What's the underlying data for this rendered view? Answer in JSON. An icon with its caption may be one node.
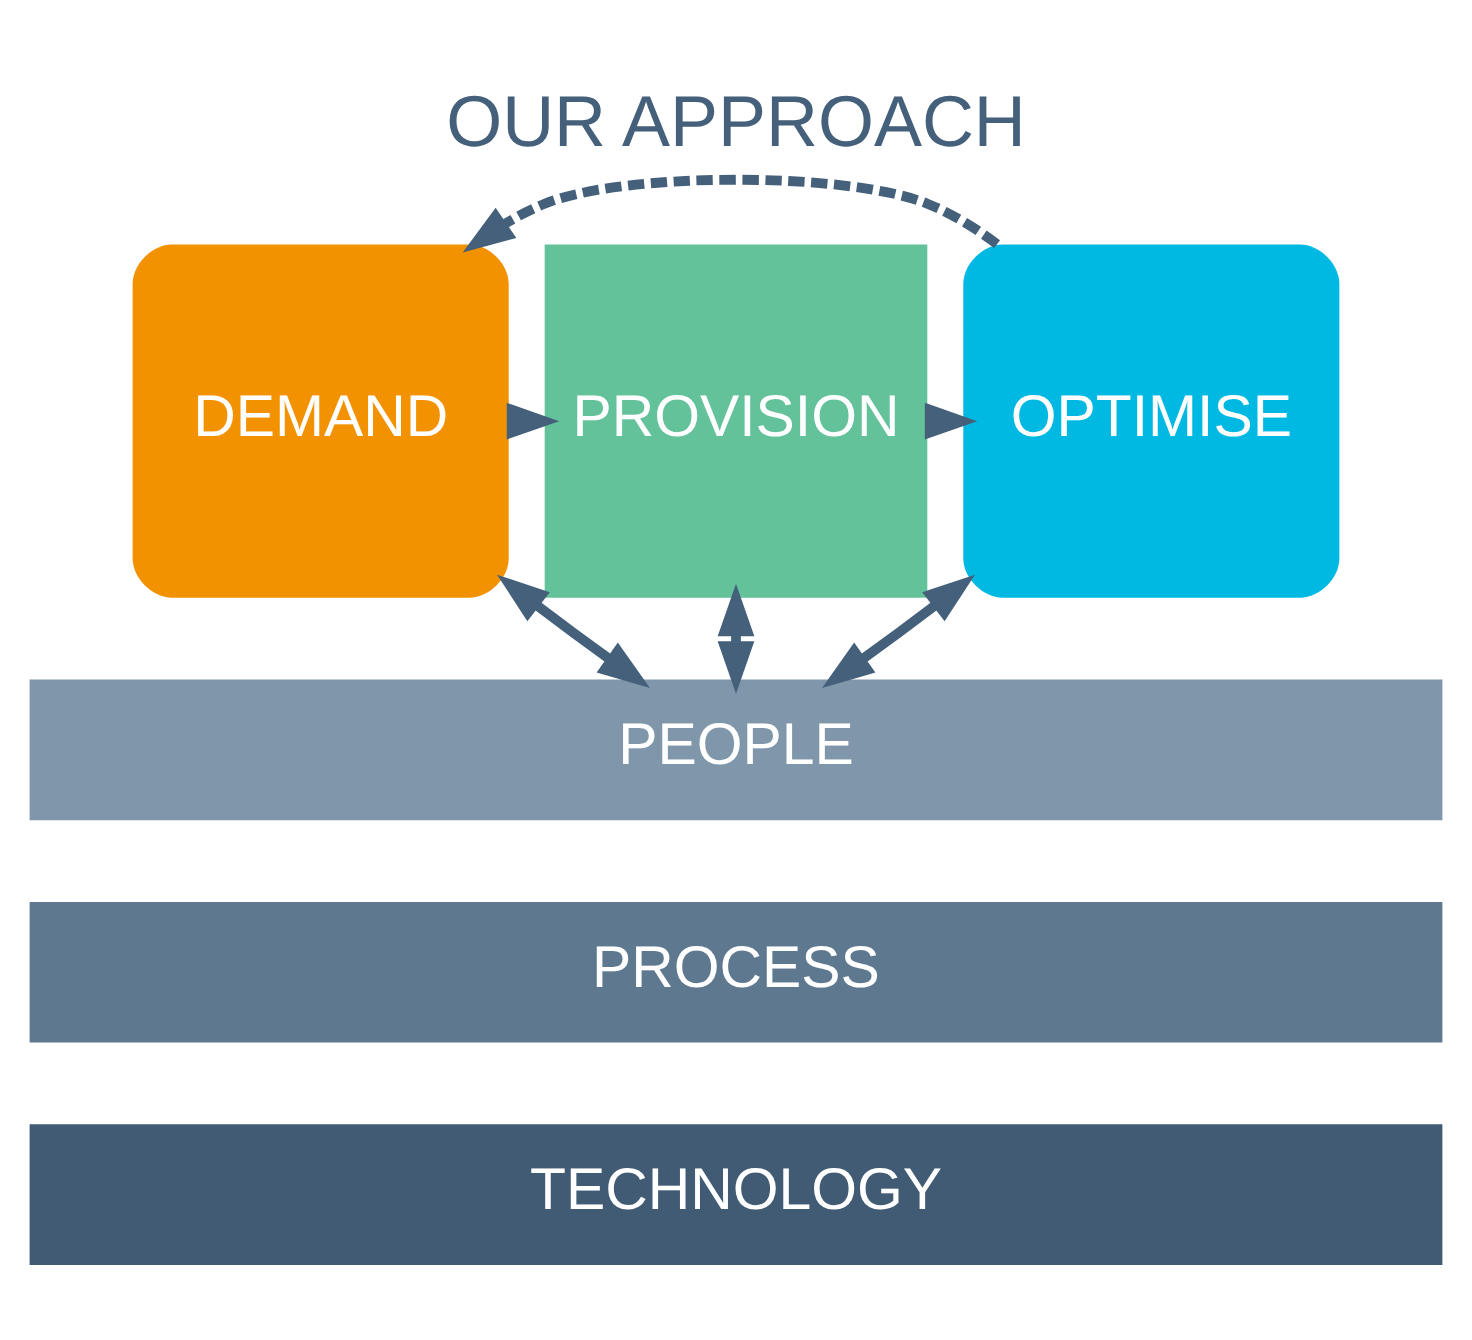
{
  "diagram": {
    "title": "OUR APPROACH",
    "nodes": [
      {
        "text": [
          "DEMAND"
        ]
      },
      {
        "text": [
          "PROVISION"
        ]
      },
      {
        "text": [
          "OPTIMISE"
        ]
      },
      {
        "text": [
          "PEOPLE"
        ]
      },
      {
        "text": [
          "PROCESS"
        ]
      },
      {
        "text": [
          "TECHNOLOGY"
        ]
      }
    ],
    "edges": [
      {
        "from": 0,
        "to": 1,
        "arrow": "to"
      },
      {
        "from": 1,
        "to": 2,
        "arrow": "to"
      },
      {
        "from": 2,
        "to": 0,
        "arrow": "to",
        "style": "dashed"
      },
      {
        "from": 0,
        "to": 3,
        "arrow": "both"
      },
      {
        "from": 1,
        "to": 3,
        "arrow": "both"
      },
      {
        "from": 2,
        "to": 3,
        "arrow": "both"
      }
    ]
  }
}
